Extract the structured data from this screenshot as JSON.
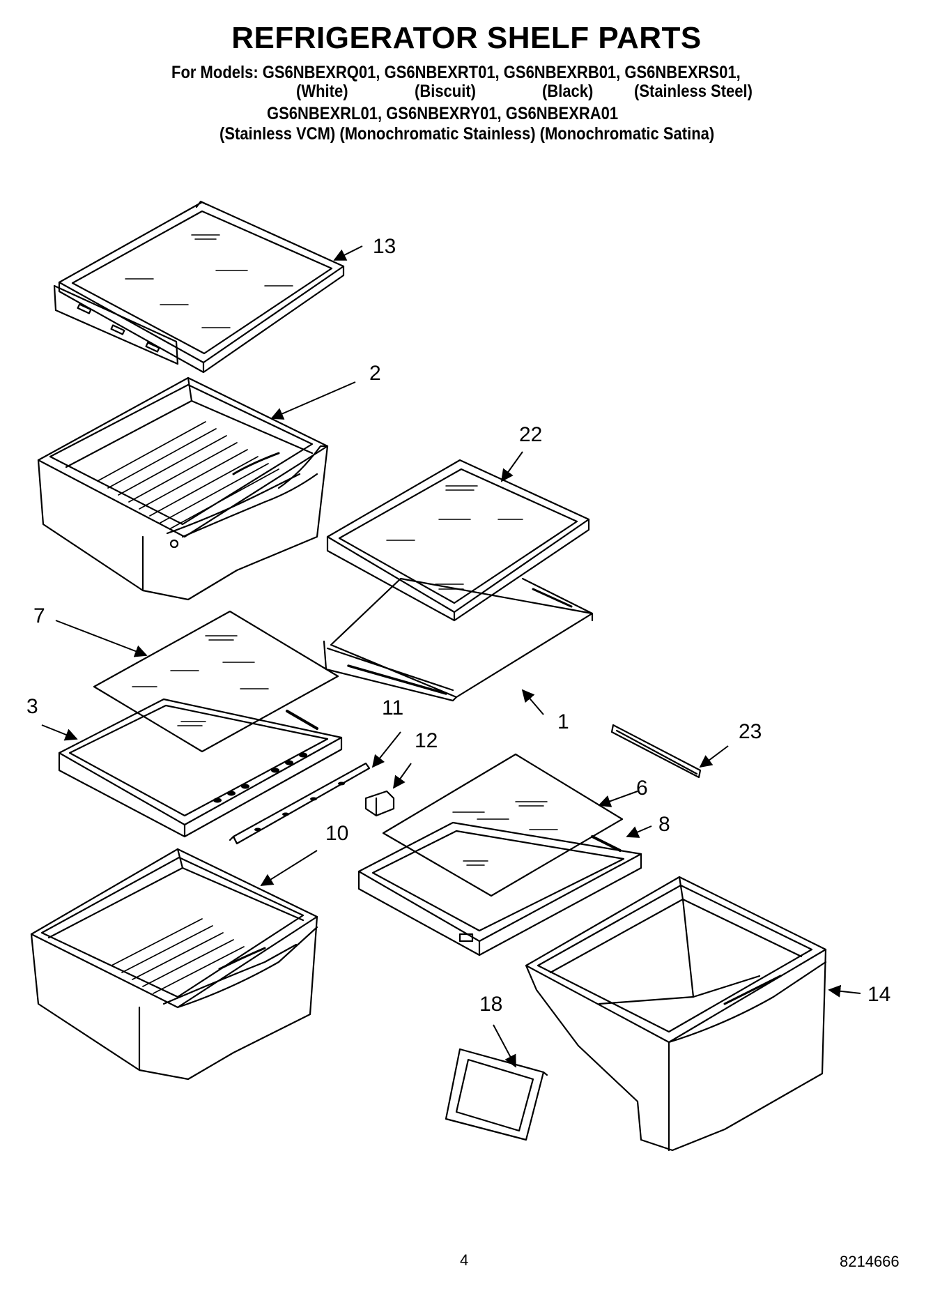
{
  "title": "REFRIGERATOR SHELF PARTS",
  "models": {
    "line1": "For Models: GS6NBEXRQ01, GS6NBEXRT01, GS6NBEXRB01, GS6NBEXRS01,",
    "colors1": [
      "(White)",
      "(Biscuit)",
      "(Black)",
      "(Stainless Steel)"
    ],
    "line2": "GS6NBEXRL01, GS6NBEXRY01, GS6NBEXRA01",
    "colors2": "(Stainless VCM)  (Monochromatic Stainless)  (Monochromatic Satina)"
  },
  "callouts": [
    "13",
    "2",
    "22",
    "7",
    "1",
    "3",
    "11",
    "12",
    "23",
    "6",
    "8",
    "10",
    "14",
    "18"
  ],
  "page_number": "4",
  "document_number": "8214666"
}
